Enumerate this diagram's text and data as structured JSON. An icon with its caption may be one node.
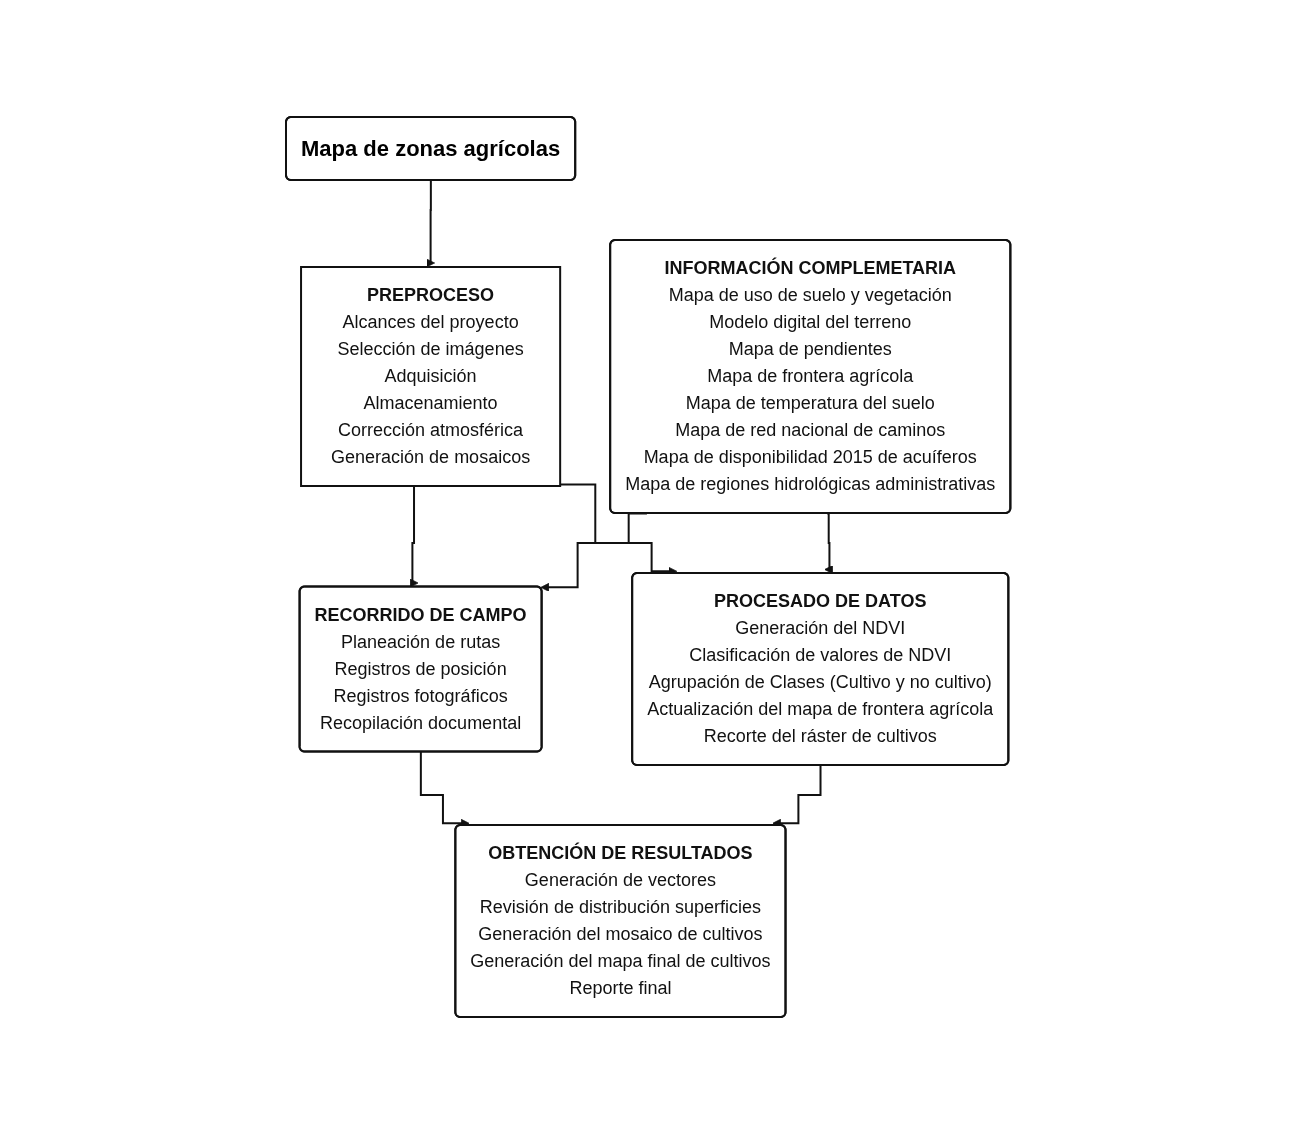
{
  "diagram": {
    "nodes": [
      {
        "text": [
          "Mapa de zonas agrícolas"
        ]
      },
      {
        "text": [
          "PREPROCESO",
          "Alcances del proyecto",
          "Selección de imágenes",
          "Adquisición",
          "Almacenamiento",
          "Corrección atmosférica",
          "Generación de mosaicos"
        ]
      },
      {
        "text": [
          "INFORMACIÓN COMPLEMETARIA",
          "Mapa de uso de suelo y vegetación",
          "Modelo digital del terreno",
          "Mapa de pendientes",
          "Mapa de frontera agrícola",
          "Mapa de temperatura del suelo",
          "Mapa de red nacional de caminos",
          "Mapa de disponibilidad 2015 de acuíferos",
          "Mapa de regiones hidrológicas administrativas"
        ]
      },
      {
        "text": [
          "RECORRIDO DE CAMPO",
          "Planeación de rutas",
          "Registros de posición",
          "Registros fotográficos",
          "Recopilación documental"
        ]
      },
      {
        "text": [
          "PROCESADO DE DATOS",
          "Generación del NDVI",
          "Clasificación de valores de NDVI",
          "Agrupación de Clases (Cultivo y no cultivo)",
          "Actualización del mapa de frontera agrícola",
          "Recorte del ráster de cultivos"
        ]
      },
      {
        "text": [
          "OBTENCIÓN DE RESULTADOS",
          "Generación de vectores",
          "Revisión de distribución superficies",
          "Generación del mosaico de cultivos",
          "Generación del mapa final de cultivos",
          "Reporte final"
        ]
      }
    ],
    "edges": [
      {
        "from": 0,
        "to": 1,
        "arrow": "to"
      },
      {
        "from": 1,
        "to": 3,
        "arrow": "to"
      },
      {
        "from": 1,
        "to": 4,
        "arrow": "to"
      },
      {
        "from": 2,
        "to": 3,
        "arrow": "to"
      },
      {
        "from": 2,
        "to": 4,
        "arrow": "to"
      },
      {
        "from": 3,
        "to": 5,
        "arrow": "to"
      },
      {
        "from": 4,
        "to": 5,
        "arrow": "to"
      }
    ]
  }
}
